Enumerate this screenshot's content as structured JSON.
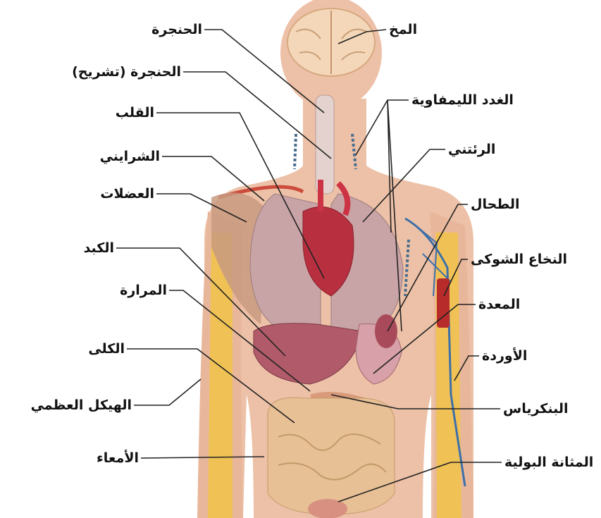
{
  "diagram": {
    "labels_left": [
      {
        "id": "larynx",
        "text": "الحنجرة"
      },
      {
        "id": "larynx-anatomy",
        "text": "الحنجرة (تشريح)"
      },
      {
        "id": "heart",
        "text": "القلب"
      },
      {
        "id": "arteries",
        "text": "الشرايني"
      },
      {
        "id": "muscles",
        "text": "العضلات"
      },
      {
        "id": "liver",
        "text": "الكبد"
      },
      {
        "id": "gallbladder",
        "text": "المرارة"
      },
      {
        "id": "kidneys",
        "text": "الكلى"
      },
      {
        "id": "skeleton",
        "text": "الهيكل العظمي"
      },
      {
        "id": "intestines",
        "text": "الأمعاء"
      }
    ],
    "labels_right": [
      {
        "id": "brain",
        "text": "المخ"
      },
      {
        "id": "lymph-nodes",
        "text": "الغدد الليمفاوية"
      },
      {
        "id": "lungs",
        "text": "الرئتني"
      },
      {
        "id": "spleen",
        "text": "الطحال"
      },
      {
        "id": "spinal-cord",
        "text": "النخاع الشوكى"
      },
      {
        "id": "stomach",
        "text": "المعدة"
      },
      {
        "id": "veins",
        "text": "الأوردة"
      },
      {
        "id": "pancreas",
        "text": "البنكرياس"
      },
      {
        "id": "bladder",
        "text": "المثانة البولية"
      }
    ],
    "colors": {
      "skin": "#edc1a7",
      "skin_dark": "#e0ab8e",
      "brain": "#f2d2b4",
      "lungs": "#c9a4a6",
      "heart": "#b83040",
      "liver": "#b05a6a",
      "stomach": "#d8a0a8",
      "intestine": "#e8c095",
      "bone": "#f1c44a",
      "vein": "#3d6fa8",
      "artery": "#cc4b3c",
      "muscle": "#c89a80"
    }
  }
}
